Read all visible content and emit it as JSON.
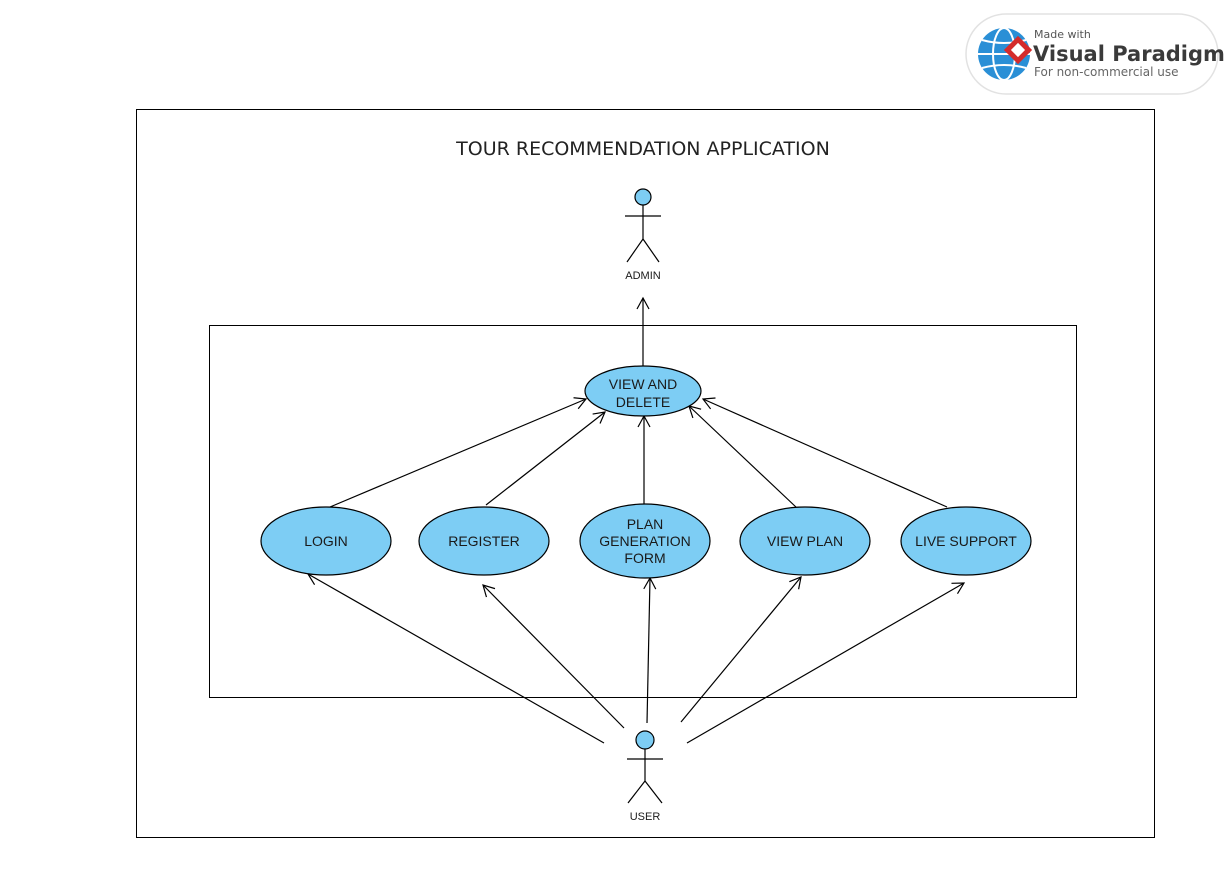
{
  "watermark": {
    "line1": "Made with",
    "line2": "Visual Paradigm",
    "line3": "For non-commercial use"
  },
  "title": "TOUR RECOMMENDATION APPLICATION",
  "actors": {
    "admin": "ADMIN",
    "user": "USER"
  },
  "use_cases": {
    "view_delete": [
      "VIEW AND",
      "DELETE"
    ],
    "login": [
      "LOGIN"
    ],
    "register": [
      "REGISTER"
    ],
    "plan_form": [
      "PLAN",
      "GENERATION",
      "FORM"
    ],
    "view_plan": [
      "VIEW PLAN"
    ],
    "live_support": [
      "LIVE SUPPORT"
    ]
  },
  "colors": {
    "usecase_fill": "#7dcdf4",
    "actor_head": "#7dcdf4",
    "stroke": "#000000"
  }
}
